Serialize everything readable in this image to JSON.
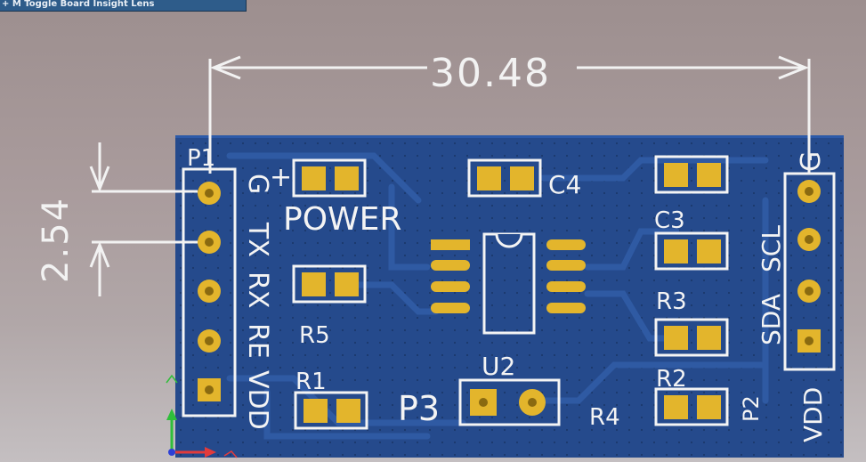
{
  "window": {
    "title": "+ M Toggle Board Insight Lens"
  },
  "dimensions": {
    "width_label": "30.48",
    "pitch_label": "2.54"
  },
  "silkscreen": {
    "p1": "P1",
    "p1_pins": [
      "G",
      "TX",
      "RX",
      "RE",
      "VDD"
    ],
    "plus": "+",
    "power": "POWER",
    "c4": "C4",
    "c3": "C3",
    "r3": "R3",
    "r2": "R2",
    "r5": "R5",
    "r1": "R1",
    "r4": "R4",
    "u2": "U2",
    "p3": "P3",
    "p2": "P2",
    "right_pins": [
      "G",
      "SCL",
      "SDA",
      "VDD"
    ]
  },
  "colors": {
    "board": "#254a8c",
    "trace": "#2f5aa3",
    "pad": "#e3b52c",
    "silkscreen": "#f4f4f4",
    "background_top": "#9d8f8f",
    "axis_x": "#e23b3b",
    "axis_y": "#2fbf3a",
    "axis_z": "#2c3fd6"
  },
  "axes": {
    "icon": "xyz-axis-triad-icon"
  }
}
